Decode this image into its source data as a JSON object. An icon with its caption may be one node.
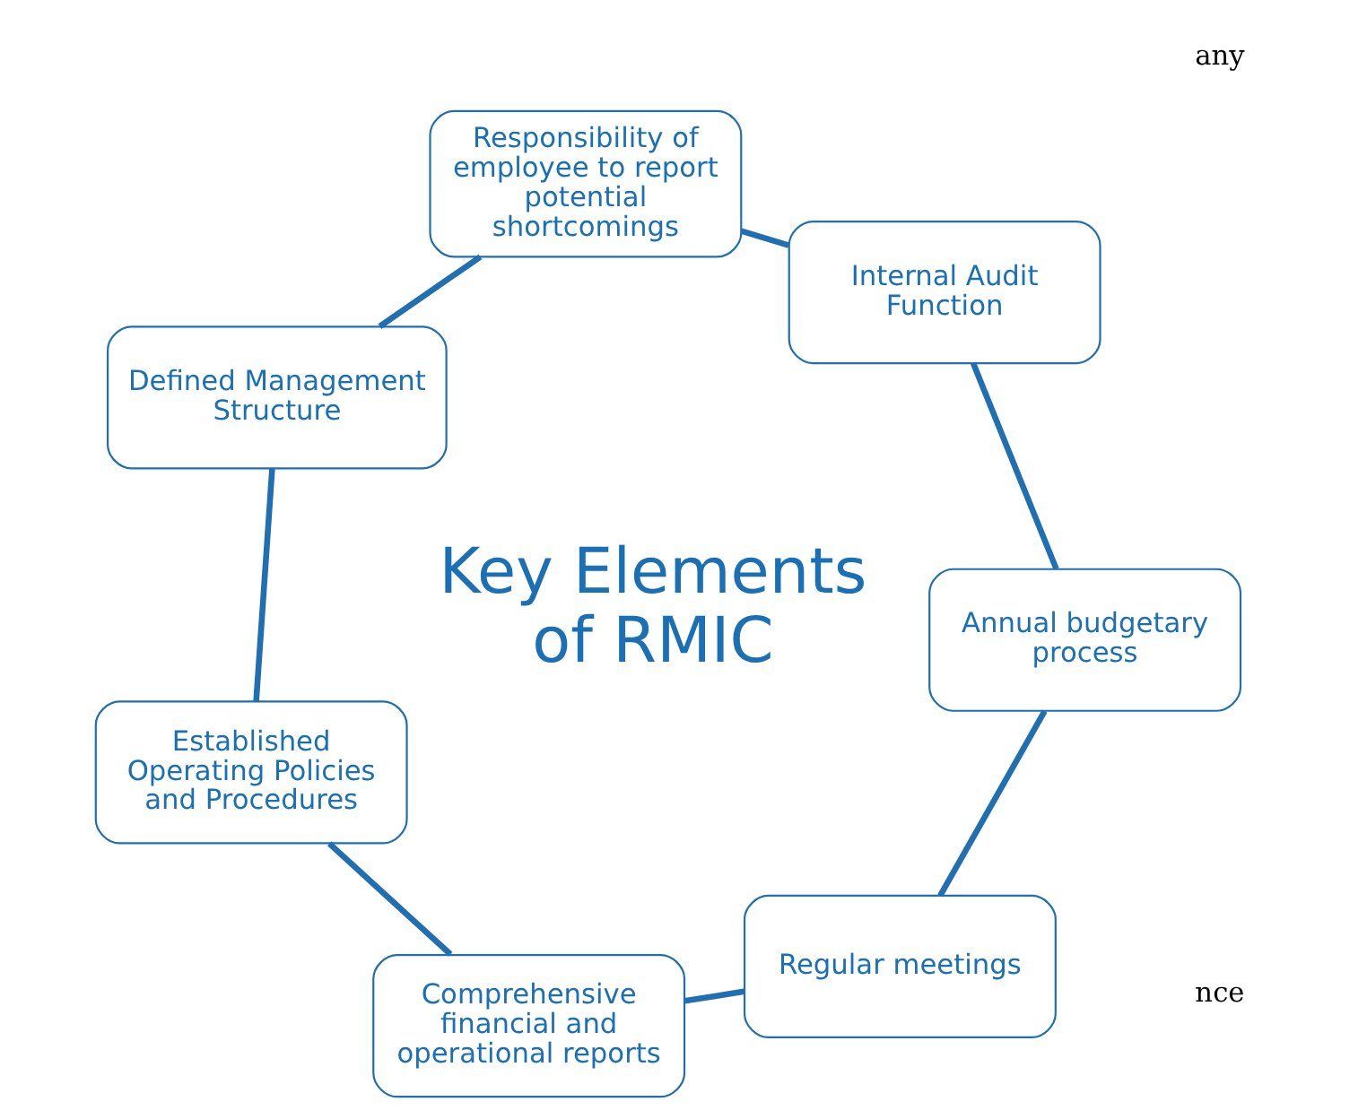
{
  "diagram": {
    "nodes": [
      {
        "text": [
          "Defined Management Structure"
        ]
      },
      {
        "text": [
          "Responsibility of employee to report potential shortcomings"
        ]
      },
      {
        "text": [
          "Established Operating Policies and Procedures"
        ]
      },
      {
        "text": [
          "Key Elements of RMIC"
        ]
      },
      {
        "text": [
          "Internal Audit Function"
        ]
      },
      {
        "text": [
          "Comprehensive financial and operational reports"
        ]
      },
      {
        "text": [
          "Annual budgetary process"
        ]
      },
      {
        "text": [
          "Regular meetings"
        ]
      }
    ],
    "edges": [
      {
        "from": 0,
        "to": 2,
        "arrow": "none"
      },
      {
        "from": 2,
        "to": 5,
        "arrow": "none"
      },
      {
        "from": 5,
        "to": 7,
        "arrow": "none"
      },
      {
        "from": 7,
        "to": 6,
        "arrow": "none"
      },
      {
        "from": 6,
        "to": 4,
        "arrow": "none"
      },
      {
        "from": 4,
        "to": 1,
        "arrow": "none"
      },
      {
        "from": 1,
        "to": 0,
        "arrow": "none"
      }
    ],
    "labels": [
      "nce",
      "any"
    ]
  }
}
